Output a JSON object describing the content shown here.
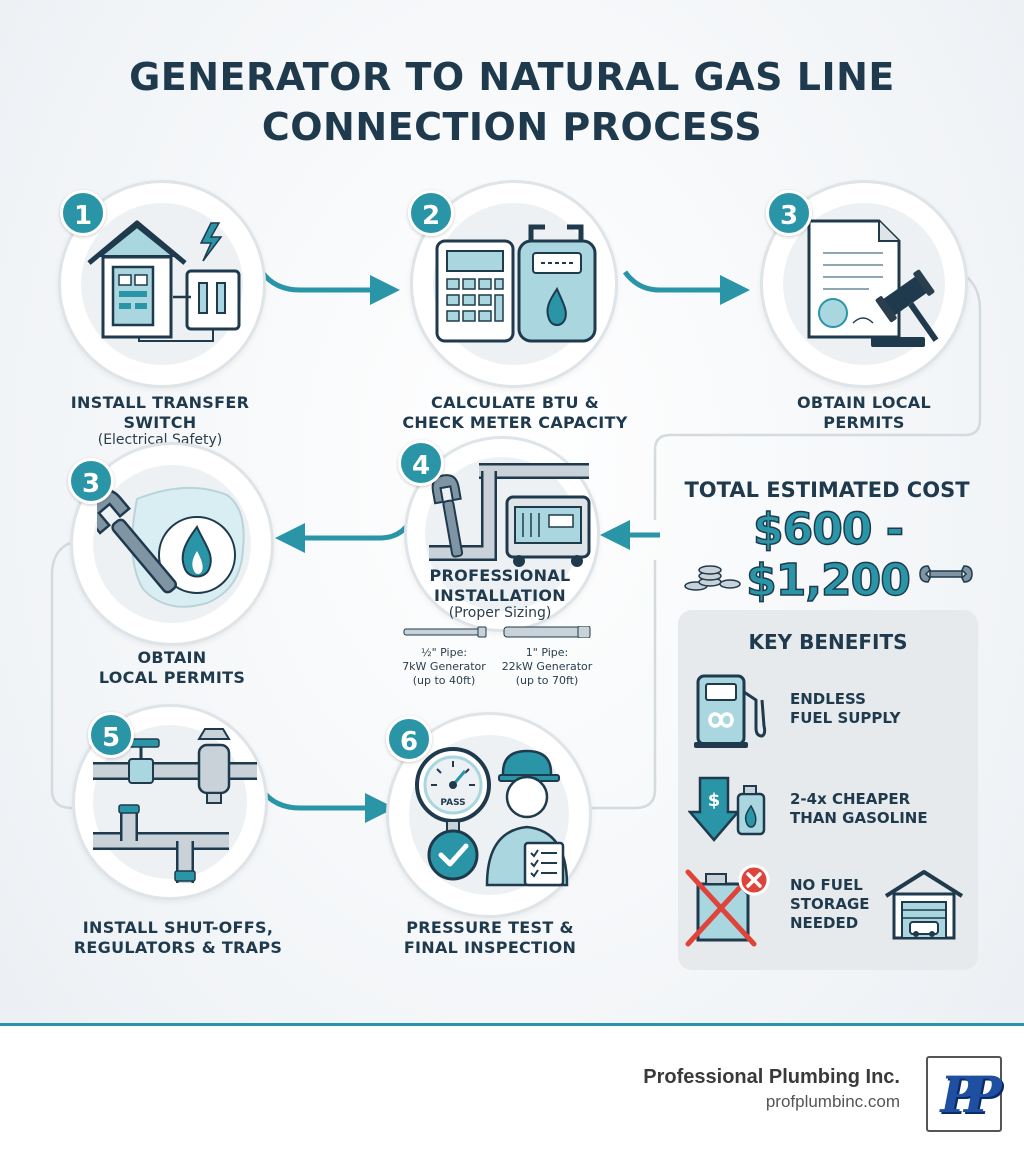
{
  "title": {
    "line1": "GENERATOR TO NATURAL GAS LINE",
    "line2": "CONNECTION PROCESS"
  },
  "steps": [
    {
      "number": "1",
      "label_line1": "INSTALL TRANSFER",
      "label_line2": "SWITCH",
      "sub": "(Electrical Safety)",
      "icon": "house-transfer-switch-icon"
    },
    {
      "number": "2",
      "label_line1": "CALCULATE BTU &",
      "label_line2": "CHECK METER CAPACITY",
      "icon": "calculator-gas-meter-icon"
    },
    {
      "number": "3",
      "label_line1": "OBTAIN LOCAL",
      "label_line2": "PERMITS",
      "icon": "permit-gavel-icon"
    },
    {
      "number": "3",
      "label_line1": "OBTAIN",
      "label_line2": "LOCAL PERMITS",
      "icon": "wrench-flame-icon"
    },
    {
      "number": "4",
      "label_line1": "PROFESSIONAL",
      "label_line2": "INSTALLATION",
      "sub": "(Proper Sizing)",
      "icon": "pipe-generator-icon"
    },
    {
      "number": "5",
      "label_line1": "INSTALL SHUT-OFFS,",
      "label_line2": "REGULATORS & TRAPS",
      "icon": "valve-regulator-icon"
    },
    {
      "number": "6",
      "label_line1": "PRESSURE TEST &",
      "label_line2": "FINAL INSPECTION",
      "icon": "pressure-gauge-inspector-icon"
    }
  ],
  "pipe_sizes": [
    {
      "line1": "½\" Pipe:",
      "line2": "7kW Generator",
      "line3": "(up to 40ft)"
    },
    {
      "line1": "1\" Pipe:",
      "line2": "22kW Generator",
      "line3": "(up to 70ft)"
    }
  ],
  "gauge_text": "PASS",
  "cost": {
    "label": "TOTAL ESTIMATED COST",
    "value": "$600 - $1,200"
  },
  "benefits": {
    "title": "KEY BENEFITS",
    "items": [
      {
        "line1": "ENDLESS",
        "line2": "FUEL SUPPLY",
        "icon": "gas-pump-infinity-icon"
      },
      {
        "line1": "2-4x CHEAPER",
        "line2": "THAN GASOLINE",
        "icon": "dollar-down-arrow-icon"
      },
      {
        "line1": "NO FUEL",
        "line2": "STORAGE",
        "line3": "NEEDED",
        "icon": "no-gas-can-garage-icon"
      }
    ]
  },
  "footer": {
    "company": "Professional Plumbing Inc.",
    "url": "profplumbinc.com",
    "logo_text": "PP"
  },
  "colors": {
    "accent": "#2a95a6",
    "dark": "#1f3a4d",
    "icon_fill": "#a9d6df",
    "warning": "#e0433a"
  }
}
